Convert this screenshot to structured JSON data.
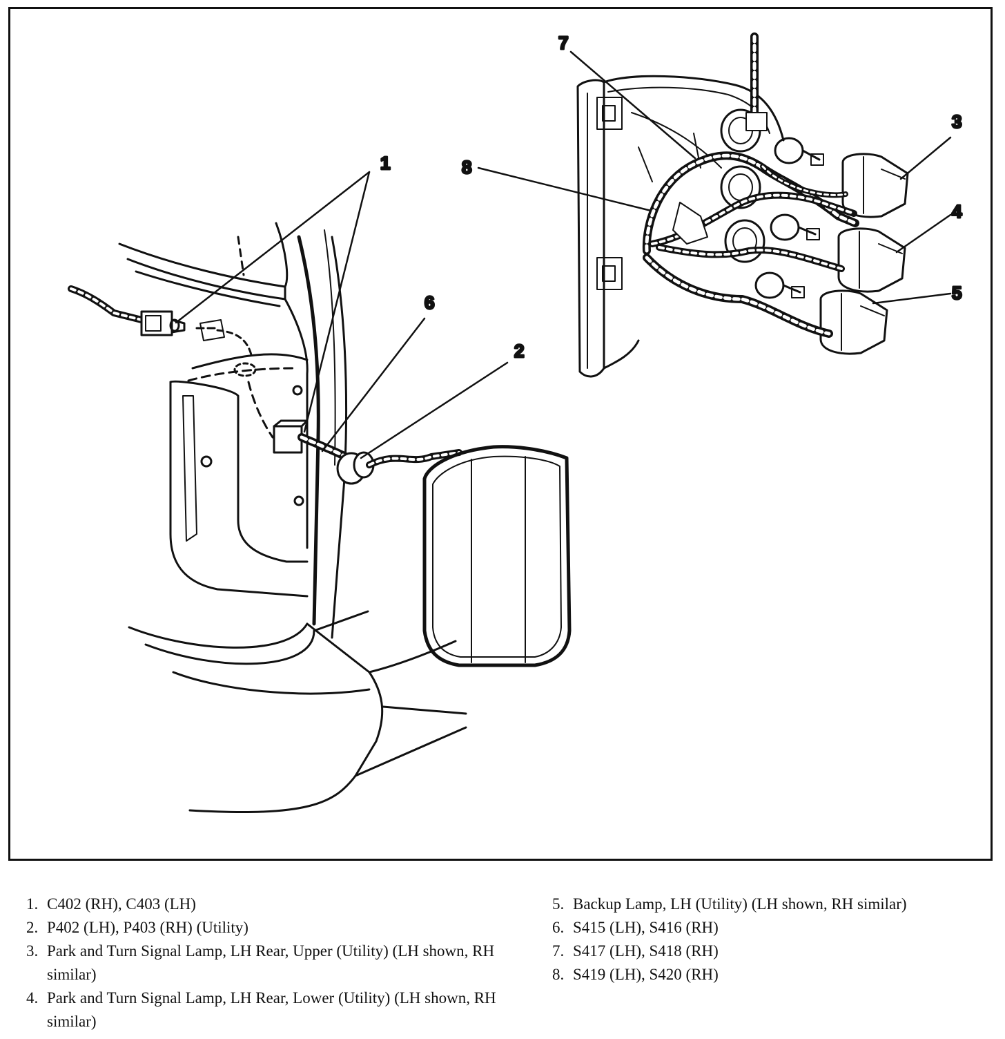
{
  "callouts": {
    "c1": "1",
    "c2": "2",
    "c3": "3",
    "c4": "4",
    "c5": "5",
    "c6": "6",
    "c7": "7",
    "c8": "8"
  },
  "legend": {
    "items": [
      {
        "num": "1.",
        "text": "C402 (RH), C403 (LH)"
      },
      {
        "num": "2.",
        "text": "P402 (LH), P403 (RH) (Utility)"
      },
      {
        "num": "3.",
        "text": "Park and Turn Signal Lamp, LH Rear, Upper (Utility) (LH shown, RH similar)"
      },
      {
        "num": "4.",
        "text": "Park and Turn Signal Lamp, LH Rear, Lower (Utility) (LH shown, RH similar)"
      },
      {
        "num": "5.",
        "text": "Backup Lamp, LH (Utility) (LH shown, RH similar)"
      },
      {
        "num": "6.",
        "text": "S415 (LH), S416 (RH)"
      },
      {
        "num": "7.",
        "text": "S417 (LH), S418 (RH)"
      },
      {
        "num": "8.",
        "text": "S419 (LH), S420 (RH)"
      }
    ]
  }
}
